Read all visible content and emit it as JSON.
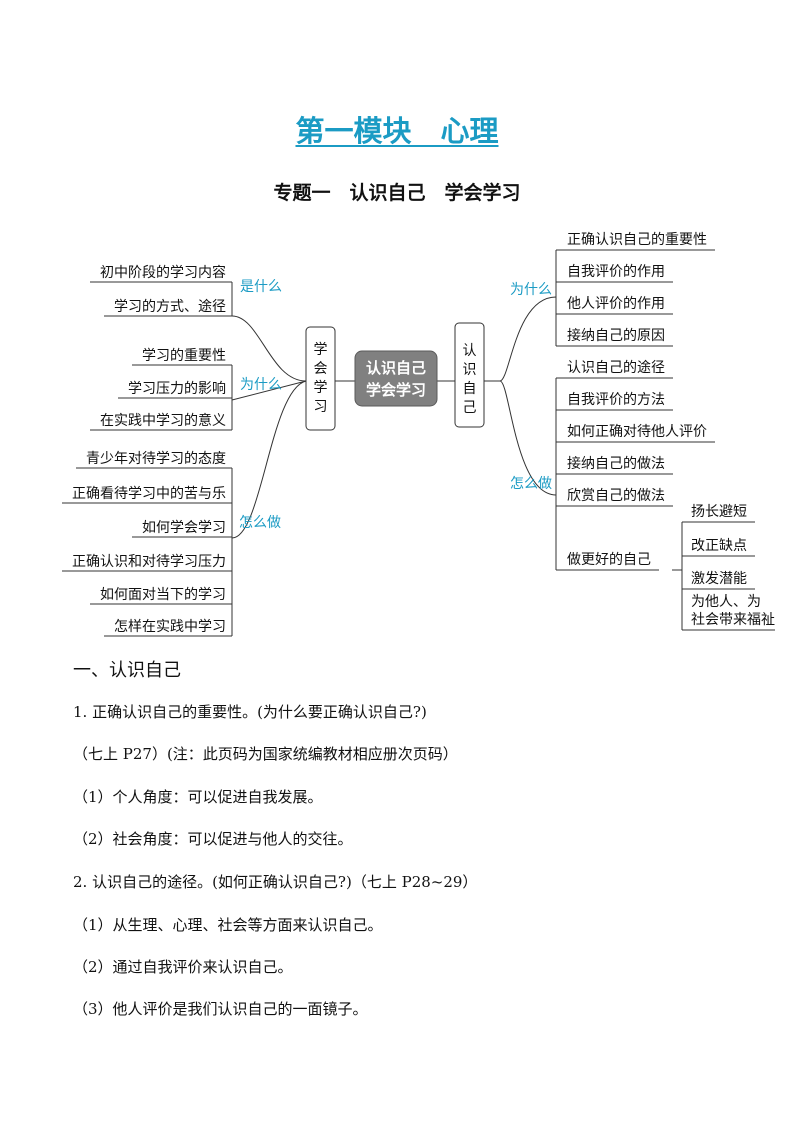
{
  "title": "第一模块　心理",
  "subtitle": "专题一　认识自己　学会学习",
  "mindmap": {
    "center": [
      "认识自己",
      "学会学习"
    ],
    "left_branch": "学会学习",
    "right_branch": "认识自己",
    "left": {
      "shi_shenme": {
        "label": "是什么",
        "items": [
          "初中阶段的学习内容",
          "学习的方式、途径"
        ]
      },
      "wei_shenme": {
        "label": "为什么",
        "items": [
          "学习的重要性",
          "学习压力的影响",
          "在实践中学习的意义"
        ]
      },
      "zen_me_zuo": {
        "label": "怎么做",
        "items": [
          "青少年对待学习的态度",
          "正确看待学习中的苦与乐",
          "如何学会学习",
          "正确认识和对待学习压力",
          "如何面对当下的学习",
          "怎样在实践中学习"
        ]
      }
    },
    "right": {
      "wei_shenme": {
        "label": "为什么",
        "items": [
          "正确认识自己的重要性",
          "自我评价的作用",
          "他人评价的作用",
          "接纳自己的原因"
        ]
      },
      "zen_me_zuo": {
        "label": "怎么做",
        "items": [
          "认识自己的途径",
          "自我评价的方法",
          "如何正确对待他人评价",
          "接纳自己的做法",
          "欣赏自己的做法",
          "做更好的自己"
        ]
      },
      "better_self": [
        "扬长避短",
        "改正缺点",
        "激发潜能",
        "为他人、为",
        "社会带来福祉"
      ]
    }
  },
  "section_heading": "一、认识自己",
  "paragraphs": [
    "1. 正确认识自己的重要性。(为什么要正确认识自己?)",
    "（七上 P27）(注：此页码为国家统编教材相应册次页码）",
    "（1）个人角度：可以促进自我发展。",
    "（2）社会角度：可以促进与他人的交往。",
    "2. 认识自己的途径。(如何正确认识自己?)（七上 P28~29）",
    "（1）从生理、心理、社会等方面来认识自己。",
    "（2）通过自我评价来认识自己。",
    "（3）他人评价是我们认识自己的一面镜子。"
  ],
  "colors": {
    "title": "#1b9bc4",
    "branch_label": "#1b9bc4",
    "center_box": "#808080"
  }
}
